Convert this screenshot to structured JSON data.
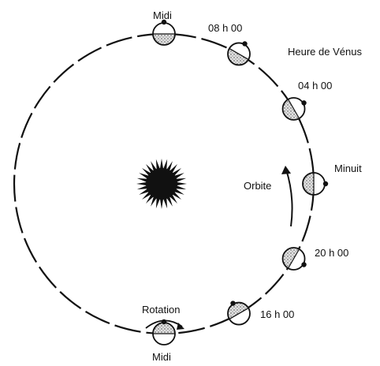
{
  "diagram": {
    "title": "Heure de Vénus",
    "labels": {
      "midi_top": "Midi",
      "h08": "08 h 00",
      "h04": "04 h 00",
      "minuit": "Minuit",
      "h20": "20 h 00",
      "h16": "16 h 00",
      "midi_bottom": "Midi",
      "orbite": "Orbite",
      "rotation": "Rotation"
    },
    "positions": [
      {
        "id": "midi-top",
        "angle_deg": 270,
        "dot": "outer"
      },
      {
        "id": "h08",
        "angle_deg": 300,
        "dot": "outer"
      },
      {
        "id": "h04",
        "angle_deg": 330,
        "dot": "outer"
      },
      {
        "id": "minuit",
        "angle_deg": 0,
        "dot": "outer"
      },
      {
        "id": "h20",
        "angle_deg": 30,
        "dot": "outer"
      },
      {
        "id": "h16",
        "angle_deg": 60,
        "dot": "inner"
      },
      {
        "id": "midi-bottom",
        "angle_deg": 90,
        "dot": "inner"
      }
    ],
    "colors": {
      "ink": "#111111",
      "shade": "#bdbdbd",
      "background": "#ffffff"
    }
  }
}
